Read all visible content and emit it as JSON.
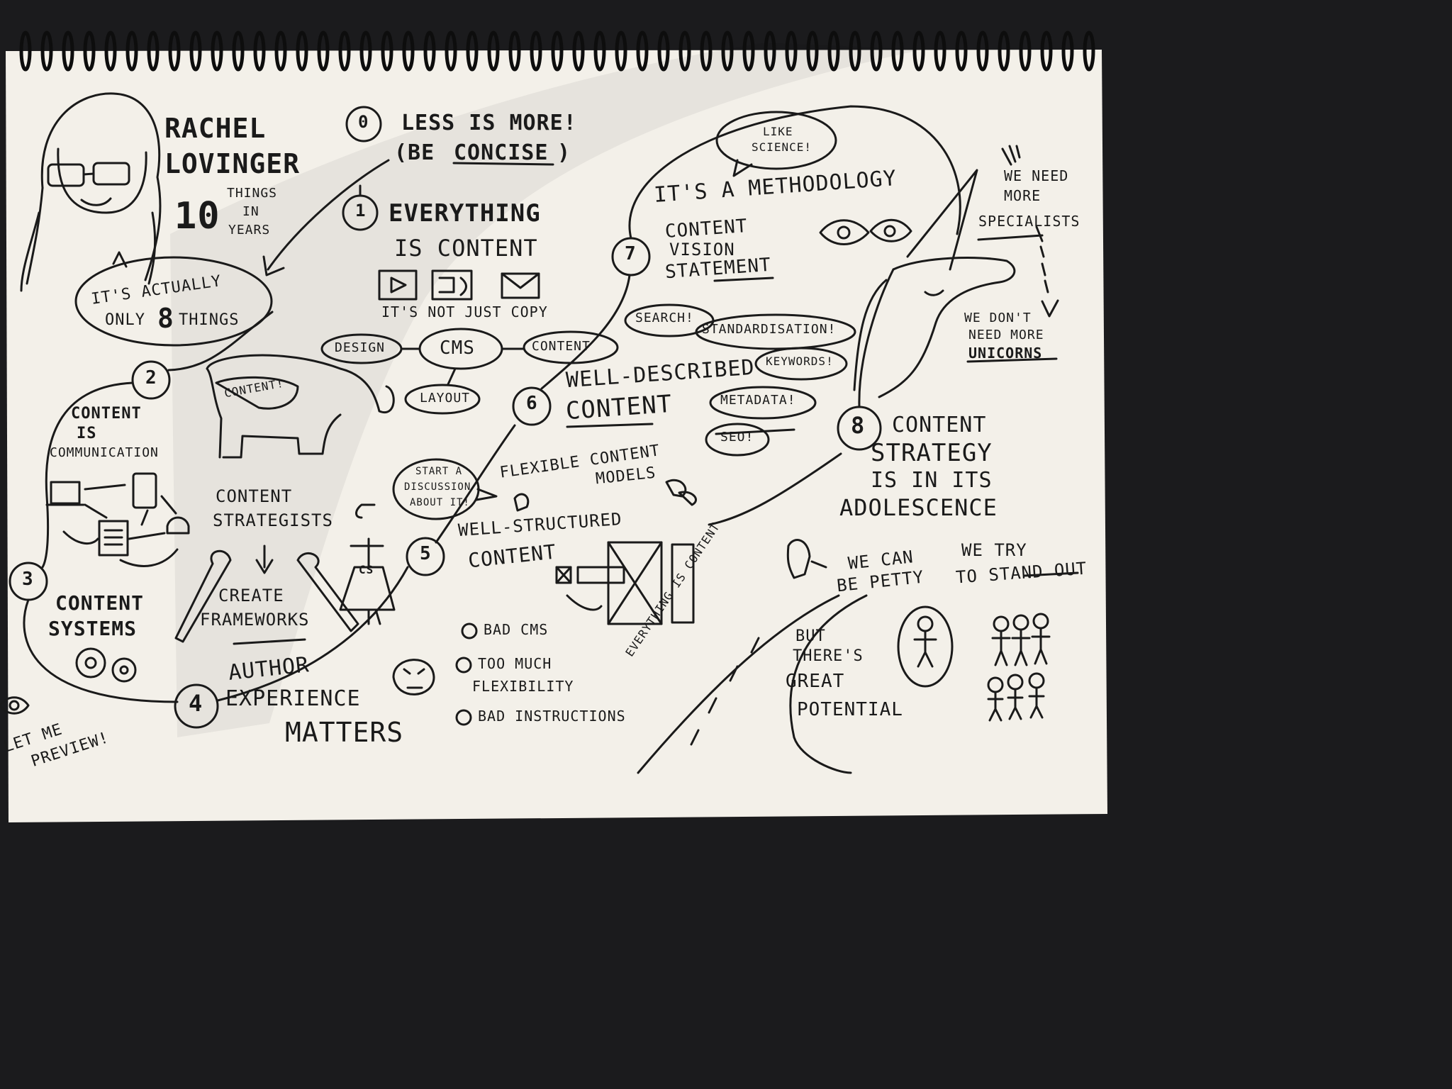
{
  "colors": {
    "paper": "#f3f0e9",
    "ink": "#1a1a1a",
    "background": "#1b1b1d",
    "spiral": "#0d0d0d"
  },
  "speaker": {
    "name_line1": "Rachel",
    "name_line2": "Lovinger",
    "ten": "10",
    "things": "Things",
    "in": "in",
    "years": "Years"
  },
  "intro": {
    "bubble_line1": "It's actually",
    "bubble_line2": "only",
    "eight": "8",
    "things": "things"
  },
  "points": {
    "p0": {
      "number": "0",
      "line1": "Less is more!",
      "line2_pre": "(Be",
      "line2_em": "concise",
      "line2_post": ")"
    },
    "p1": {
      "number": "1",
      "line1": "Everything",
      "line2": "is content",
      "caption": "It's not just copy"
    },
    "p2": {
      "number": "2",
      "line1": "Content",
      "line2": "is",
      "line3": "communication"
    },
    "p3": {
      "number": "3",
      "line1": "Content",
      "line2": "Systems"
    },
    "p4": {
      "number": "4",
      "line1": "Author",
      "line2": "Experience",
      "line3": "Matters"
    },
    "p5": {
      "number": "5",
      "line1": "Well-structured",
      "line2": "Content"
    },
    "p6": {
      "number": "6",
      "line1": "Well-described",
      "line2": "content"
    },
    "p7": {
      "number": "7",
      "line1": "Content",
      "line2": "Vision",
      "line3": "Statement",
      "methodology": "It's a methodology",
      "science_line1": "Like",
      "science_line2": "science!"
    },
    "p8": {
      "number": "8",
      "line1": "Content",
      "line2": "Strategy",
      "line3": "is in its",
      "line4": "adolescence"
    }
  },
  "cms": {
    "center": "CMS",
    "design": "Design",
    "content": "Content",
    "layout": "Layout"
  },
  "elephant_label": "Content!",
  "strategists": {
    "line1": "Content",
    "line2": "Strategists",
    "line3": "Create",
    "line4": "Frameworks",
    "badge": "CS"
  },
  "flexible": {
    "line1": "Flexible Content",
    "line2": "Models",
    "bubble_line1": "Start a",
    "bubble_line2": "discussion",
    "bubble_line3": "about it!"
  },
  "tags": [
    "Search!",
    "Standardisation!",
    "Keywords!",
    "Metadata!",
    "SEO!"
  ],
  "checklist": [
    "Bad CMS",
    "Too much",
    "flexibility",
    "Bad instructions"
  ],
  "preview": {
    "line1": "Let me",
    "line2": "Preview!"
  },
  "unicorn": {
    "specialists_line1": "We need",
    "specialists_line2": "more",
    "specialists_line3": "specialists",
    "unicorns_line1": "We don't",
    "unicorns_line2": "need more",
    "unicorns_line3": "unicorns"
  },
  "road": {
    "label": "Everything is content",
    "petty_line1": "We can",
    "petty_line2": "be petty",
    "potential_line1": "But",
    "potential_line2": "there's",
    "potential_line3": "great",
    "potential_line4": "potential",
    "standout_line1": "We try",
    "standout_line2": "to stand out"
  }
}
